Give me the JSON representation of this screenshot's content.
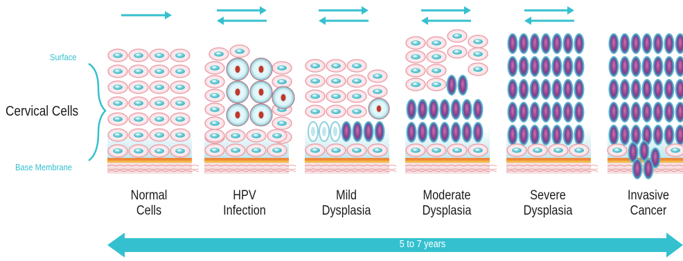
{
  "side_labels": {
    "surface": "Surface",
    "cervical_cells": "Cervical Cells",
    "base_membrane": "Base Membrane"
  },
  "stages": [
    {
      "line1": "Normal",
      "line2": "Cells"
    },
    {
      "line1": "HPV",
      "line2": "Infection"
    },
    {
      "line1": "Mild",
      "line2": "Dysplasia"
    },
    {
      "line1": "Moderate",
      "line2": "Dysplasia"
    },
    {
      "line1": "Severe",
      "line2": "Dysplasia"
    },
    {
      "line1": "Invasive",
      "line2": "Cancer"
    }
  ],
  "timeline": {
    "label": "5 to 7 years"
  },
  "colors": {
    "accent": "#35c0cf",
    "normal_cell_fill": "#f7d3d8",
    "normal_cell_stroke": "#e89aa6",
    "nucleus": "#4fc3d0",
    "dysplastic_cell": "#7a5aa0",
    "dysplastic_nucleus": "#b0458f",
    "membrane_orange": "#f0a23a",
    "membrane_red": "#e05a5a",
    "background_gradient": "#c9e9ef"
  }
}
